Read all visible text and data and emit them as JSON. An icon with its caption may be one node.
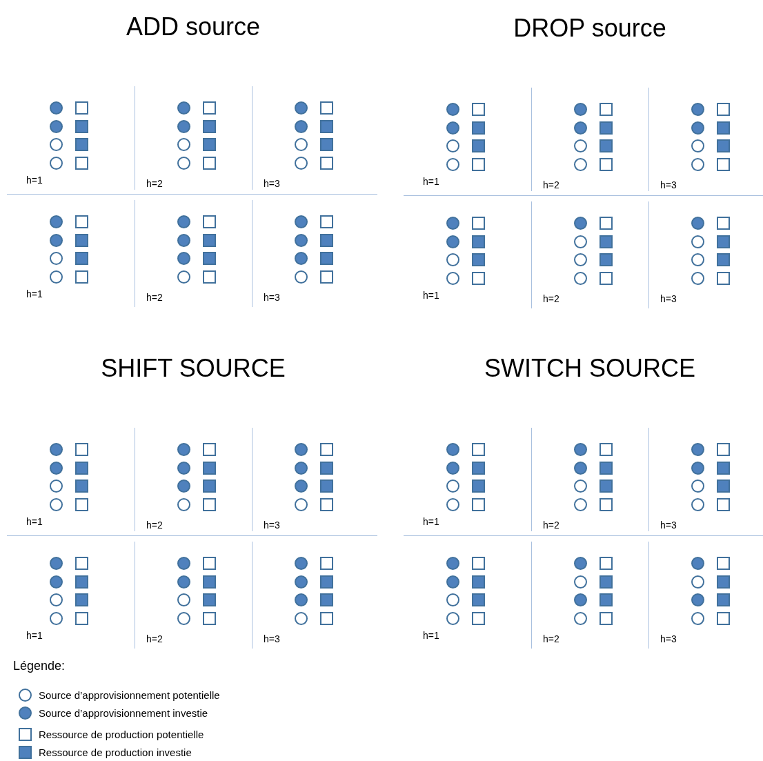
{
  "diagram": {
    "nodes": [
      {
        "text": [
          "ADD source"
        ]
      },
      {
        "text": [
          "h=1"
        ],
        "in": 0
      },
      {
        "text": [],
        "shape": "dot",
        "in": 1
      },
      {
        "text": [],
        "shape": "box",
        "in": 1
      },
      {
        "text": [],
        "shape": "dot",
        "in": 1
      },
      {
        "text": [],
        "shape": "block",
        "in": 1
      },
      {
        "text": [],
        "shape": "circle",
        "in": 1
      },
      {
        "text": [],
        "shape": "block",
        "in": 1
      },
      {
        "text": [],
        "shape": "circle",
        "in": 1
      },
      {
        "text": [],
        "shape": "box",
        "in": 1
      },
      {
        "text": [
          "h=2"
        ],
        "in": 0
      },
      {
        "text": [],
        "shape": "dot",
        "in": 10
      },
      {
        "text": [],
        "shape": "box",
        "in": 10
      },
      {
        "text": [],
        "shape": "dot",
        "in": 10
      },
      {
        "text": [],
        "shape": "block",
        "in": 10
      },
      {
        "text": [],
        "shape": "circle",
        "in": 10
      },
      {
        "text": [],
        "shape": "block",
        "in": 10
      },
      {
        "text": [],
        "shape": "circle",
        "in": 10
      },
      {
        "text": [],
        "shape": "box",
        "in": 10
      },
      {
        "text": [
          "h=3"
        ],
        "in": 0
      },
      {
        "text": [],
        "shape": "dot",
        "in": 19
      },
      {
        "text": [],
        "shape": "box",
        "in": 19
      },
      {
        "text": [],
        "shape": "dot",
        "in": 19
      },
      {
        "text": [],
        "shape": "block",
        "in": 19
      },
      {
        "text": [],
        "shape": "circle",
        "in": 19
      },
      {
        "text": [],
        "shape": "block",
        "in": 19
      },
      {
        "text": [],
        "shape": "circle",
        "in": 19
      },
      {
        "text": [],
        "shape": "box",
        "in": 19
      },
      {
        "text": [
          "h=1"
        ],
        "in": 0
      },
      {
        "text": [],
        "shape": "dot",
        "in": 28
      },
      {
        "text": [],
        "shape": "box",
        "in": 28
      },
      {
        "text": [],
        "shape": "dot",
        "in": 28
      },
      {
        "text": [],
        "shape": "block",
        "in": 28
      },
      {
        "text": [],
        "shape": "circle",
        "in": 28
      },
      {
        "text": [],
        "shape": "block",
        "in": 28
      },
      {
        "text": [],
        "shape": "circle",
        "in": 28
      },
      {
        "text": [],
        "shape": "box",
        "in": 28
      },
      {
        "text": [
          "h=2"
        ],
        "in": 0
      },
      {
        "text": [],
        "shape": "dot",
        "in": 37
      },
      {
        "text": [],
        "shape": "box",
        "in": 37
      },
      {
        "text": [],
        "shape": "dot",
        "in": 37
      },
      {
        "text": [],
        "shape": "block",
        "in": 37
      },
      {
        "text": [],
        "shape": "dot",
        "in": 37
      },
      {
        "text": [],
        "shape": "block",
        "in": 37
      },
      {
        "text": [],
        "shape": "circle",
        "in": 37
      },
      {
        "text": [],
        "shape": "box",
        "in": 37
      },
      {
        "text": [
          "h=3"
        ],
        "in": 0
      },
      {
        "text": [],
        "shape": "dot",
        "in": 46
      },
      {
        "text": [],
        "shape": "box",
        "in": 46
      },
      {
        "text": [],
        "shape": "dot",
        "in": 46
      },
      {
        "text": [],
        "shape": "block",
        "in": 46
      },
      {
        "text": [],
        "shape": "dot",
        "in": 46
      },
      {
        "text": [],
        "shape": "block",
        "in": 46
      },
      {
        "text": [],
        "shape": "circle",
        "in": 46
      },
      {
        "text": [],
        "shape": "box",
        "in": 46
      },
      {
        "text": [
          "DROP source"
        ]
      },
      {
        "text": [
          "h=1"
        ],
        "in": 55
      },
      {
        "text": [],
        "shape": "dot",
        "in": 56
      },
      {
        "text": [],
        "shape": "box",
        "in": 56
      },
      {
        "text": [],
        "shape": "dot",
        "in": 56
      },
      {
        "text": [],
        "shape": "block",
        "in": 56
      },
      {
        "text": [],
        "shape": "circle",
        "in": 56
      },
      {
        "text": [],
        "shape": "block",
        "in": 56
      },
      {
        "text": [],
        "shape": "circle",
        "in": 56
      },
      {
        "text": [],
        "shape": "box",
        "in": 56
      },
      {
        "text": [
          "h=2"
        ],
        "in": 55
      },
      {
        "text": [],
        "shape": "dot",
        "in": 65
      },
      {
        "text": [],
        "shape": "box",
        "in": 65
      },
      {
        "text": [],
        "shape": "dot",
        "in": 65
      },
      {
        "text": [],
        "shape": "block",
        "in": 65
      },
      {
        "text": [],
        "shape": "circle",
        "in": 65
      },
      {
        "text": [],
        "shape": "block",
        "in": 65
      },
      {
        "text": [],
        "shape": "circle",
        "in": 65
      },
      {
        "text": [],
        "shape": "box",
        "in": 65
      },
      {
        "text": [
          "h=3"
        ],
        "in": 55
      },
      {
        "text": [],
        "shape": "dot",
        "in": 74
      },
      {
        "text": [],
        "shape": "box",
        "in": 74
      },
      {
        "text": [],
        "shape": "dot",
        "in": 74
      },
      {
        "text": [],
        "shape": "block",
        "in": 74
      },
      {
        "text": [],
        "shape": "circle",
        "in": 74
      },
      {
        "text": [],
        "shape": "block",
        "in": 74
      },
      {
        "text": [],
        "shape": "circle",
        "in": 74
      },
      {
        "text": [],
        "shape": "box",
        "in": 74
      },
      {
        "text": [
          "h=1"
        ],
        "in": 55
      },
      {
        "text": [],
        "shape": "dot",
        "in": 83
      },
      {
        "text": [],
        "shape": "box",
        "in": 83
      },
      {
        "text": [],
        "shape": "dot",
        "in": 83
      },
      {
        "text": [],
        "shape": "block",
        "in": 83
      },
      {
        "text": [],
        "shape": "circle",
        "in": 83
      },
      {
        "text": [],
        "shape": "block",
        "in": 83
      },
      {
        "text": [],
        "shape": "circle",
        "in": 83
      },
      {
        "text": [],
        "shape": "box",
        "in": 83
      },
      {
        "text": [
          "h=2"
        ],
        "in": 55
      },
      {
        "text": [],
        "shape": "dot",
        "in": 92
      },
      {
        "text": [],
        "shape": "box",
        "in": 92
      },
      {
        "text": [],
        "shape": "circle",
        "in": 92
      },
      {
        "text": [],
        "shape": "block",
        "in": 92
      },
      {
        "text": [],
        "shape": "circle",
        "in": 92
      },
      {
        "text": [],
        "shape": "block",
        "in": 92
      },
      {
        "text": [],
        "shape": "circle",
        "in": 92
      },
      {
        "text": [],
        "shape": "box",
        "in": 92
      },
      {
        "text": [
          "h=3"
        ],
        "in": 55
      },
      {
        "text": [],
        "shape": "dot",
        "in": 101
      },
      {
        "text": [],
        "shape": "box",
        "in": 101
      },
      {
        "text": [],
        "shape": "circle",
        "in": 101
      },
      {
        "text": [],
        "shape": "block",
        "in": 101
      },
      {
        "text": [],
        "shape": "circle",
        "in": 101
      },
      {
        "text": [],
        "shape": "block",
        "in": 101
      },
      {
        "text": [],
        "shape": "circle",
        "in": 101
      },
      {
        "text": [],
        "shape": "box",
        "in": 101
      },
      {
        "text": [
          "SHIFT SOURCE"
        ]
      },
      {
        "text": [
          "h=1"
        ],
        "in": 110
      },
      {
        "text": [],
        "shape": "dot",
        "in": 111
      },
      {
        "text": [],
        "shape": "box",
        "in": 111
      },
      {
        "text": [],
        "shape": "dot",
        "in": 111
      },
      {
        "text": [],
        "shape": "block",
        "in": 111
      },
      {
        "text": [],
        "shape": "circle",
        "in": 111
      },
      {
        "text": [],
        "shape": "block",
        "in": 111
      },
      {
        "text": [],
        "shape": "circle",
        "in": 111
      },
      {
        "text": [],
        "shape": "box",
        "in": 111
      },
      {
        "text": [
          "h=2"
        ],
        "in": 110
      },
      {
        "text": [],
        "shape": "dot",
        "in": 120
      },
      {
        "text": [],
        "shape": "box",
        "in": 120
      },
      {
        "text": [],
        "shape": "dot",
        "in": 120
      },
      {
        "text": [],
        "shape": "block",
        "in": 120
      },
      {
        "text": [],
        "shape": "dot",
        "in": 120
      },
      {
        "text": [],
        "shape": "block",
        "in": 120
      },
      {
        "text": [],
        "shape": "circle",
        "in": 120
      },
      {
        "text": [],
        "shape": "box",
        "in": 120
      },
      {
        "text": [
          "h=3"
        ],
        "in": 110
      },
      {
        "text": [],
        "shape": "dot",
        "in": 129
      },
      {
        "text": [],
        "shape": "box",
        "in": 129
      },
      {
        "text": [],
        "shape": "dot",
        "in": 129
      },
      {
        "text": [],
        "shape": "block",
        "in": 129
      },
      {
        "text": [],
        "shape": "dot",
        "in": 129
      },
      {
        "text": [],
        "shape": "block",
        "in": 129
      },
      {
        "text": [],
        "shape": "circle",
        "in": 129
      },
      {
        "text": [],
        "shape": "box",
        "in": 129
      },
      {
        "text": [
          "h=1"
        ],
        "in": 110
      },
      {
        "text": [],
        "shape": "dot",
        "in": 138
      },
      {
        "text": [],
        "shape": "box",
        "in": 138
      },
      {
        "text": [],
        "shape": "dot",
        "in": 138
      },
      {
        "text": [],
        "shape": "block",
        "in": 138
      },
      {
        "text": [],
        "shape": "circle",
        "in": 138
      },
      {
        "text": [],
        "shape": "block",
        "in": 138
      },
      {
        "text": [],
        "shape": "circle",
        "in": 138
      },
      {
        "text": [],
        "shape": "box",
        "in": 138
      },
      {
        "text": [
          "h=2"
        ],
        "in": 110
      },
      {
        "text": [],
        "shape": "dot",
        "in": 147
      },
      {
        "text": [],
        "shape": "box",
        "in": 147
      },
      {
        "text": [],
        "shape": "dot",
        "in": 147
      },
      {
        "text": [],
        "shape": "block",
        "in": 147
      },
      {
        "text": [],
        "shape": "circle",
        "in": 147
      },
      {
        "text": [],
        "shape": "block",
        "in": 147
      },
      {
        "text": [],
        "shape": "circle",
        "in": 147
      },
      {
        "text": [],
        "shape": "box",
        "in": 147
      },
      {
        "text": [
          "h=3"
        ],
        "in": 110
      },
      {
        "text": [],
        "shape": "dot",
        "in": 156
      },
      {
        "text": [],
        "shape": "box",
        "in": 156
      },
      {
        "text": [],
        "shape": "dot",
        "in": 156
      },
      {
        "text": [],
        "shape": "block",
        "in": 156
      },
      {
        "text": [],
        "shape": "dot",
        "in": 156
      },
      {
        "text": [],
        "shape": "block",
        "in": 156
      },
      {
        "text": [],
        "shape": "circle",
        "in": 156
      },
      {
        "text": [],
        "shape": "box",
        "in": 156
      },
      {
        "text": [
          "SWITCH SOURCE"
        ]
      },
      {
        "text": [
          "h=1"
        ],
        "in": 165
      },
      {
        "text": [],
        "shape": "dot",
        "in": 166
      },
      {
        "text": [],
        "shape": "box",
        "in": 166
      },
      {
        "text": [],
        "shape": "dot",
        "in": 166
      },
      {
        "text": [],
        "shape": "block",
        "in": 166
      },
      {
        "text": [],
        "shape": "circle",
        "in": 166
      },
      {
        "text": [],
        "shape": "block",
        "in": 166
      },
      {
        "text": [],
        "shape": "circle",
        "in": 166
      },
      {
        "text": [],
        "shape": "box",
        "in": 166
      },
      {
        "text": [
          "h=2"
        ],
        "in": 165
      },
      {
        "text": [],
        "shape": "dot",
        "in": 175
      },
      {
        "text": [],
        "shape": "box",
        "in": 175
      },
      {
        "text": [],
        "shape": "dot",
        "in": 175
      },
      {
        "text": [],
        "shape": "block",
        "in": 175
      },
      {
        "text": [],
        "shape": "circle",
        "in": 175
      },
      {
        "text": [],
        "shape": "block",
        "in": 175
      },
      {
        "text": [],
        "shape": "circle",
        "in": 175
      },
      {
        "text": [],
        "shape": "box",
        "in": 175
      },
      {
        "text": [
          "h=3"
        ],
        "in": 165
      },
      {
        "text": [],
        "shape": "dot",
        "in": 184
      },
      {
        "text": [],
        "shape": "box",
        "in": 184
      },
      {
        "text": [],
        "shape": "dot",
        "in": 184
      },
      {
        "text": [],
        "shape": "block",
        "in": 184
      },
      {
        "text": [],
        "shape": "circle",
        "in": 184
      },
      {
        "text": [],
        "shape": "block",
        "in": 184
      },
      {
        "text": [],
        "shape": "circle",
        "in": 184
      },
      {
        "text": [],
        "shape": "box",
        "in": 184
      },
      {
        "text": [
          "h=1"
        ],
        "in": 165
      },
      {
        "text": [],
        "shape": "dot",
        "in": 193
      },
      {
        "text": [],
        "shape": "box",
        "in": 193
      },
      {
        "text": [],
        "shape": "dot",
        "in": 193
      },
      {
        "text": [],
        "shape": "block",
        "in": 193
      },
      {
        "text": [],
        "shape": "circle",
        "in": 193
      },
      {
        "text": [],
        "shape": "block",
        "in": 193
      },
      {
        "text": [],
        "shape": "circle",
        "in": 193
      },
      {
        "text": [],
        "shape": "box",
        "in": 193
      },
      {
        "text": [
          "h=2"
        ],
        "in": 165
      },
      {
        "text": [],
        "shape": "dot",
        "in": 202
      },
      {
        "text": [],
        "shape": "box",
        "in": 202
      },
      {
        "text": [],
        "shape": "circle",
        "in": 202
      },
      {
        "text": [],
        "shape": "block",
        "in": 202
      },
      {
        "text": [],
        "shape": "dot",
        "in": 202
      },
      {
        "text": [],
        "shape": "block",
        "in": 202
      },
      {
        "text": [],
        "shape": "circle",
        "in": 202
      },
      {
        "text": [],
        "shape": "box",
        "in": 202
      },
      {
        "text": [
          "h=3"
        ],
        "in": 165
      },
      {
        "text": [],
        "shape": "dot",
        "in": 211
      },
      {
        "text": [],
        "shape": "box",
        "in": 211
      },
      {
        "text": [],
        "shape": "circle",
        "in": 211
      },
      {
        "text": [],
        "shape": "block",
        "in": 211
      },
      {
        "text": [],
        "shape": "dot",
        "in": 211
      },
      {
        "text": [],
        "shape": "block",
        "in": 211
      },
      {
        "text": [],
        "shape": "circle",
        "in": 211
      },
      {
        "text": [],
        "shape": "box",
        "in": 211
      }
    ],
    "labels": [
      "Légende:"
    ],
    "legend": [
      {
        "text": "Source d’approvisionnement potentielle"
      },
      {
        "text": "Source d’approvisionnement investie"
      },
      {
        "text": "Ressource de production potentielle"
      },
      {
        "text": "Ressource de production investie"
      }
    ]
  }
}
